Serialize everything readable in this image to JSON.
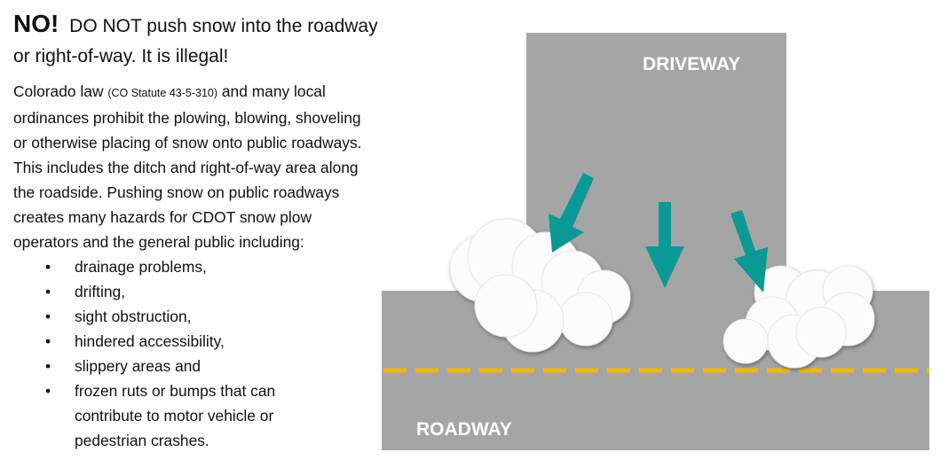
{
  "heading": {
    "emphasis": "NO!",
    "line1": "DO NOT push snow into the roadway",
    "line2": "or right-of-way. It is illegal!"
  },
  "body": {
    "line1_pre": "Colorado law ",
    "statute": "(CO Statute 43-5-310)",
    "line1_post": " and many local",
    "lines": [
      "ordinances prohibit the plowing, blowing, shoveling",
      "or otherwise placing of snow onto public roadways.",
      "This includes the ditch and right-of-way area along",
      "the roadside.  Pushing snow on public roadways",
      "creates many hazards for CDOT snow plow",
      "operators and the general public including:"
    ]
  },
  "bullets": [
    {
      "lines": [
        "drainage problems,"
      ]
    },
    {
      "lines": [
        "drifting,"
      ]
    },
    {
      "lines": [
        "sight obstruction,"
      ]
    },
    {
      "lines": [
        "hindered accessibility,"
      ]
    },
    {
      "lines": [
        "slippery areas and"
      ]
    },
    {
      "lines": [
        "frozen ruts or bumps that can",
        "contribute to motor vehicle or",
        "pedestrian crashes."
      ]
    }
  ],
  "bullet_char": "•",
  "diagram": {
    "driveway_label": "DRIVEWAY",
    "roadway_label": "ROADWAY",
    "colors": {
      "pavement": "#a5a5a5",
      "arrow": "#0a9994",
      "centerline": "#f5b800",
      "snow": "#fbfbfb"
    }
  }
}
